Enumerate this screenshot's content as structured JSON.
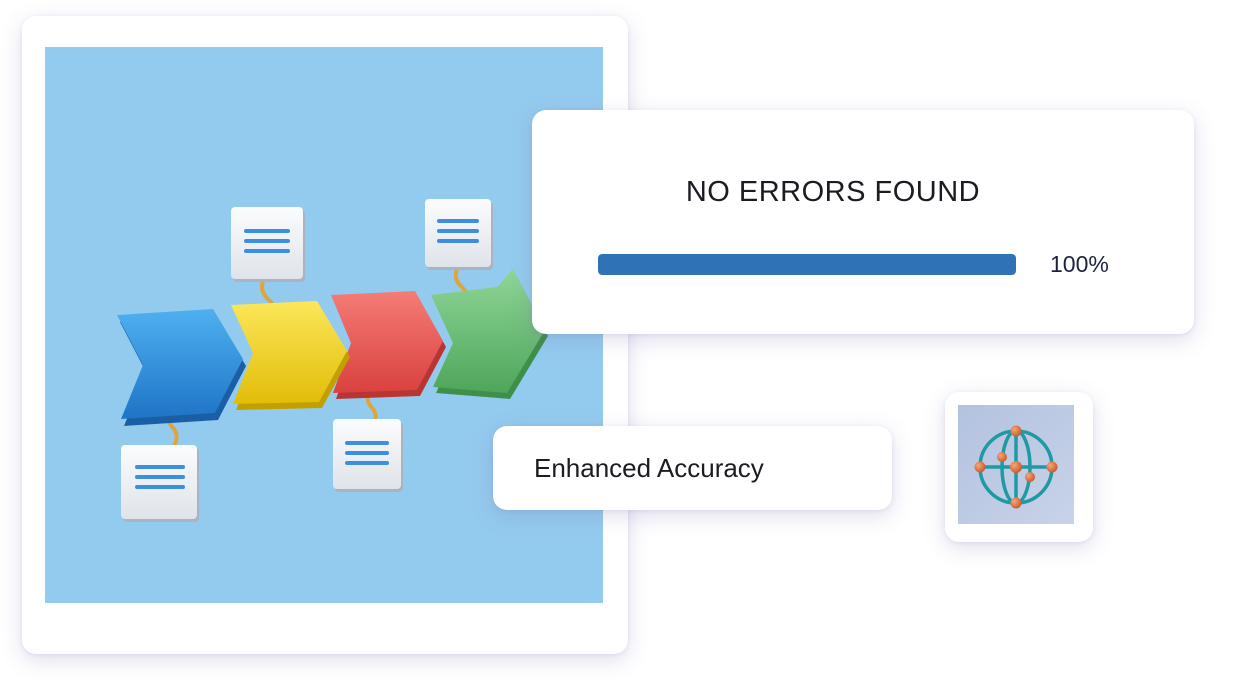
{
  "status_card": {
    "title": "NO ERRORS FOUND",
    "progress": {
      "value": 100,
      "label": "100%"
    },
    "colors": {
      "bar": "#2f72b6",
      "track": "#e3e8f1"
    }
  },
  "feature_card": {
    "label": "Enhanced Accuracy"
  },
  "illustration": {
    "background": "#93cbee",
    "steps": [
      {
        "color": "#2e8fdd"
      },
      {
        "color": "#f2d51e"
      },
      {
        "color": "#ea5b58"
      },
      {
        "color": "#74c37f"
      }
    ],
    "note_icon": "document-lines-icon"
  },
  "icon_tile": {
    "icon": "globe-network-icon",
    "background": "#b7c6e2"
  }
}
